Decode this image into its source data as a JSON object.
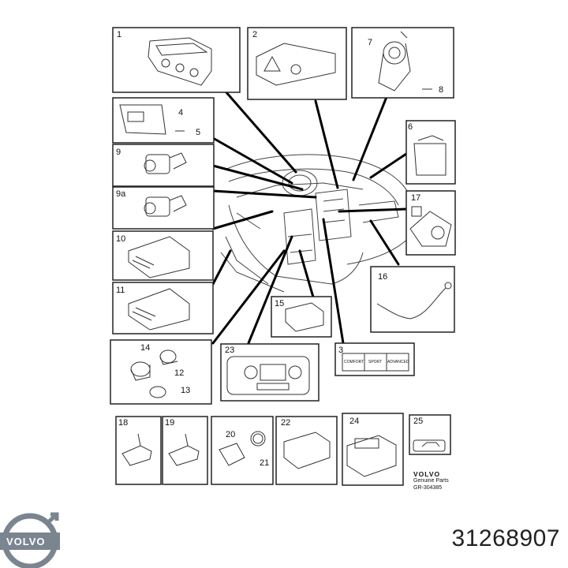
{
  "diagram": {
    "callouts": {
      "c1": "1",
      "c2": "2",
      "c3": "3",
      "c4": "4",
      "c5": "5",
      "c6": "6",
      "c7": "7",
      "c8": "8",
      "c9": "9",
      "c9a": "9a",
      "c10": "10",
      "c11": "11",
      "c12": "12",
      "c13": "13",
      "c14": "14",
      "c15": "15",
      "c16": "16",
      "c17": "17",
      "c18": "18",
      "c19": "19",
      "c20": "20",
      "c21": "21",
      "c22": "22",
      "c23": "23",
      "c24": "24",
      "c25": "25"
    },
    "button_labels": {
      "comfort": "COMFORT",
      "sport": "SPORT",
      "advanced": "ADVANCED"
    },
    "footer": {
      "brand": "VOLVO",
      "subtitle": "Genuine Parts",
      "reference": "GR-304385"
    }
  },
  "logo": {
    "text": "VOLVO",
    "color": "#7a8590"
  },
  "part_number": "31268907"
}
